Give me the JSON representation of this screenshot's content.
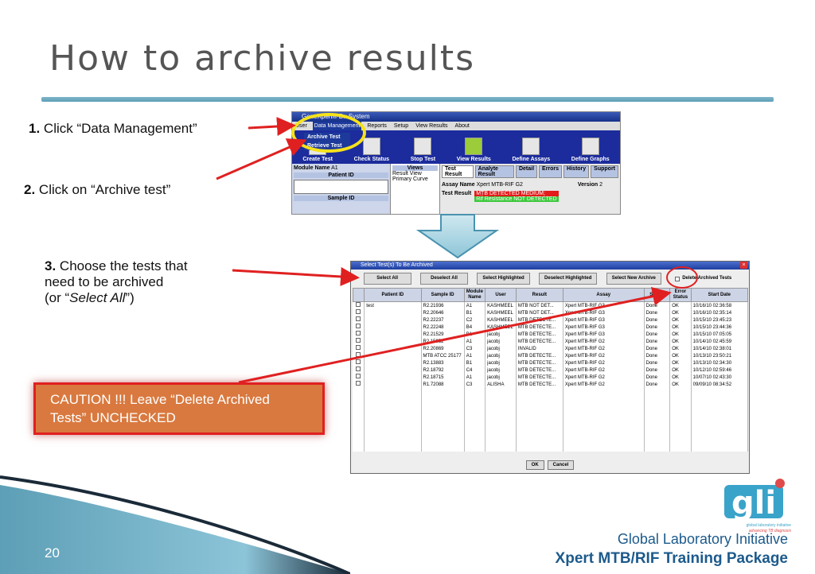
{
  "slide": {
    "title": "How to archive results",
    "page_number": "20",
    "footer_line1": "Global Laboratory Initiative",
    "footer_line2": "Xpert MTB/RIF Training Package",
    "logo_text": "gli",
    "logo_sub1": "global laboratory initiative",
    "logo_sub2": "advancing TB diagnosis",
    "caution": "CAUTION !!! Leave “Delete Archived Tests” UNCHECKED"
  },
  "steps": [
    {
      "num": "1.",
      "text": " Click “Data Management”"
    },
    {
      "num": "2.",
      "text": " Click on “Archive test”"
    },
    {
      "num": "3.",
      "text_line1": " Choose the tests that",
      "text_line2": "need to be archived",
      "text_line3_a": "(or “",
      "text_line3_em": "Select All",
      "text_line3_b": "”)"
    }
  ],
  "shot1": {
    "window_title": "GeneXpert® Dx System",
    "menu": [
      "User",
      "Data Management",
      "Reports",
      "Setup",
      "View Results",
      "About"
    ],
    "dropdown": [
      "Archive Test",
      "Retrieve Test"
    ],
    "toolbar": [
      "Create Test",
      "Check Status",
      "Stop Test",
      "View Results",
      "Define Assays",
      "Define Graphs"
    ],
    "module_label": "Module Name",
    "module_value": "A1",
    "patient_id_label": "Patient ID",
    "sample_id_label": "Sample ID",
    "views_label": "Views",
    "views_items": [
      "Result View",
      "Primary Curve"
    ],
    "tabs": [
      "Test Result",
      "Analyte Result",
      "Detail",
      "Errors",
      "History",
      "Support"
    ],
    "assay_name_label": "Assay Name",
    "assay_name_value": "Xpert MTB-RIF G2",
    "version_label": "Version",
    "version_value": "2",
    "test_result_label": "Test Result",
    "result_red": "MTB DETECTED MEDIUM;",
    "result_green": "Rif Resistance NOT DETECTED"
  },
  "shot2": {
    "window_title": "Select Test(s) To Be Archived",
    "buttons": [
      "Select All",
      "Deselect All",
      "Select Highlighted",
      "Deselect Highlighted",
      "Select New Archive"
    ],
    "delete_label": "Delete Archived Tests",
    "columns": [
      "",
      "Patient ID",
      "Sample ID",
      "Module Name",
      "User",
      "Result",
      "Assay",
      "Status",
      "Error Status",
      "Start Date"
    ],
    "rows": [
      [
        "test",
        "R2.21936",
        "A1",
        "KASHMEEL",
        "MTB NOT DET...",
        "Xpert MTB-RIF G3",
        "Done",
        "OK",
        "10/16/10 02:36:58"
      ],
      [
        "",
        "R2.20646",
        "B1",
        "KASHMEEL",
        "MTB NOT DET...",
        "Xpert MTB-RIF G3",
        "Done",
        "OK",
        "10/16/10 02:35:14"
      ],
      [
        "",
        "R2.22237",
        "C2",
        "KASHMEEL",
        "MTB DETECTE...",
        "Xpert MTB-RIF G3",
        "Done",
        "OK",
        "10/15/10 23:45:23"
      ],
      [
        "",
        "R2.22248",
        "B4",
        "KASHMEEL",
        "MTB DETECTE...",
        "Xpert MTB-RIF G3",
        "Done",
        "OK",
        "10/15/10 23:44:36"
      ],
      [
        "",
        "R2.21529",
        "B1",
        "jacobj",
        "MTB DETECTE...",
        "Xpert MTB-RIF G3",
        "Done",
        "OK",
        "10/15/10 07:05:05"
      ],
      [
        "",
        "R2.15952",
        "A1",
        "jacobj",
        "MTB DETECTE...",
        "Xpert MTB-RIF G2",
        "Done",
        "OK",
        "10/14/10 02:45:59"
      ],
      [
        "",
        "R2.20869",
        "C3",
        "jacobj",
        "INVALID",
        "Xpert MTB-RIF G2",
        "Done",
        "OK",
        "10/14/10 02:38:01"
      ],
      [
        "",
        "MTB ATCC 25177",
        "A1",
        "jacobj",
        "MTB DETECTE...",
        "Xpert MTB-RIF G2",
        "Done",
        "OK",
        "10/13/10 23:50:21"
      ],
      [
        "",
        "R2.13883",
        "B1",
        "jacobj",
        "MTB DETECTE...",
        "Xpert MTB-RIF G2",
        "Done",
        "OK",
        "10/13/10 02:34:30"
      ],
      [
        "",
        "R2.18792",
        "C4",
        "jacobj",
        "MTB DETECTE...",
        "Xpert MTB-RIF G2",
        "Done",
        "OK",
        "10/12/10 02:59:46"
      ],
      [
        "",
        "R2.18715",
        "A1",
        "jacobj",
        "MTB DETECTE...",
        "Xpert MTB-RIF G2",
        "Done",
        "OK",
        "10/07/10 02:43:30"
      ],
      [
        "",
        "R1.72088",
        "C3",
        "ALISHA",
        "MTB DETECTE...",
        "Xpert MTB-RIF G2",
        "Done",
        "OK",
        "09/09/10 08:34:52"
      ]
    ],
    "ok_label": "OK",
    "cancel_label": "Cancel"
  },
  "colors": {
    "accent": "#1c5a8c",
    "caution_bg": "#d9793f",
    "arrow": "#e02020",
    "highlight": "#f6e21a"
  }
}
